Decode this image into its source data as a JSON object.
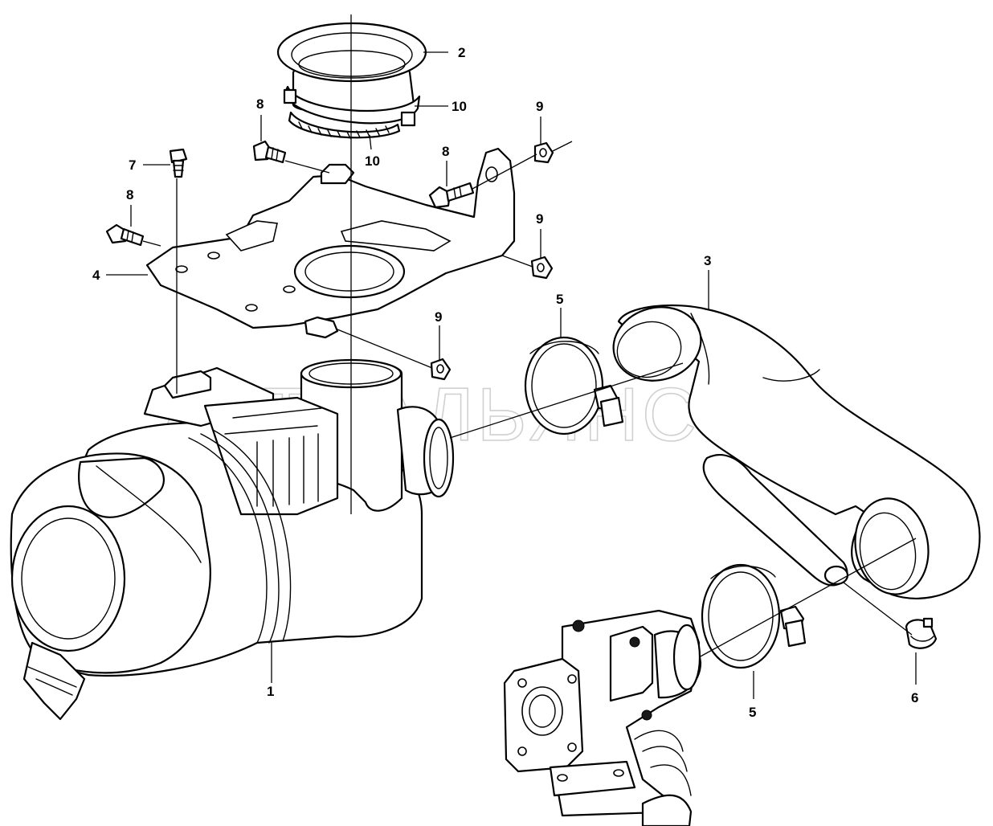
{
  "watermark": "АВТОАЛЬЯНС",
  "callouts": [
    {
      "id": "c-2",
      "label": "2"
    },
    {
      "id": "c-10a",
      "label": "10"
    },
    {
      "id": "c-10b",
      "label": "10"
    },
    {
      "id": "c-8a",
      "label": "8"
    },
    {
      "id": "c-8b",
      "label": "8"
    },
    {
      "id": "c-8c",
      "label": "8"
    },
    {
      "id": "c-9a",
      "label": "9"
    },
    {
      "id": "c-9b",
      "label": "9"
    },
    {
      "id": "c-9c",
      "label": "9"
    },
    {
      "id": "c-7",
      "label": "7"
    },
    {
      "id": "c-4",
      "label": "4"
    },
    {
      "id": "c-3",
      "label": "3"
    },
    {
      "id": "c-5a",
      "label": "5"
    },
    {
      "id": "c-5b",
      "label": "5"
    },
    {
      "id": "c-1",
      "label": "1"
    },
    {
      "id": "c-6",
      "label": "6"
    }
  ]
}
